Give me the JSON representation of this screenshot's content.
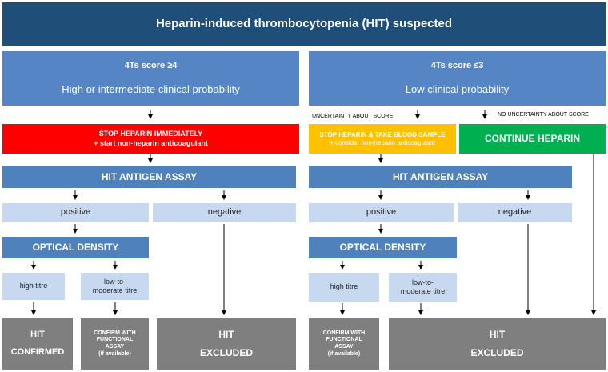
{
  "title": "Heparin-induced thrombocytopenia (HIT) suspected",
  "left": {
    "score": "4Ts score ≥4",
    "probability": "High or intermediate clinical probability",
    "stop_title": "STOP HEPARIN IMMEDIATELY",
    "stop_sub": "+ start non-heparin  anticoagulant",
    "assay": "HIT ANTIGEN ASSAY",
    "positive": "positive",
    "negative": "negative",
    "optical": "OPTICAL DENSITY",
    "high": "high titre",
    "low_line1": "low-to-",
    "low_line2": "moderate titre",
    "confirmed_line1": "HIT",
    "confirmed_line2": "CONFIRMED",
    "func_line1": "CONFIRM WITH",
    "func_line2": "FUNCTIONAL",
    "func_line3": "ASSAY",
    "func_line4": "(if available)",
    "excluded_line1": "HIT",
    "excluded_line2": "EXCLUDED"
  },
  "right": {
    "score": "4Ts score ≤3",
    "probability": "Low  clinical probability",
    "uncertainty": "UNCERTAINTY ABOUT SCORE",
    "no_uncertainty": "NO UNCERTAINTY  ABOUT SCORE",
    "stop_title": "STOP HEPARIN & TAKE BLOOD SAMPLE",
    "stop_sub": "+ consider  non-heparin  anticoagulant",
    "continue": "CONTINUE HEPARIN",
    "assay": "HIT ANTIGEN ASSAY",
    "positive": "positive",
    "negative": "negative",
    "optical": "OPTICAL DENSITY",
    "high": "high titre",
    "low_line1": "low-to-",
    "low_line2": "moderate titre",
    "func_line1": "CONFIRM WITH",
    "func_line2": "FUNCTIONAL",
    "func_line3": "ASSAY",
    "func_line4": "(if available)",
    "excluded_line1": "HIT",
    "excluded_line2": "EXCLUDED"
  },
  "colors": {
    "header": "#1f4e79",
    "probability": "#5585c5",
    "assay": "#4f81bd",
    "light": "#c6d9f1",
    "outcome": "#7f7f7f",
    "stop": "#ff0000",
    "caution": "#ffc000",
    "continue": "#00b050"
  }
}
